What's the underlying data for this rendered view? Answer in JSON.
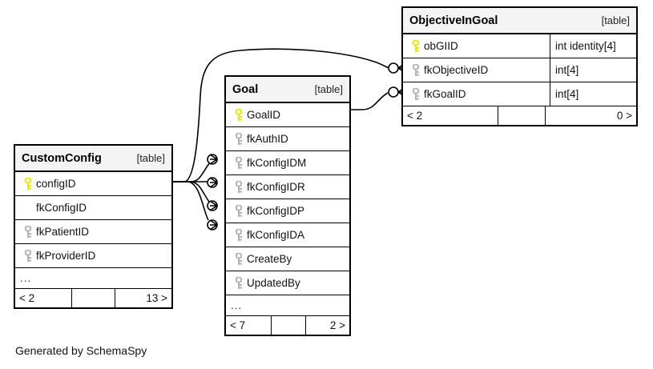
{
  "diagram": {
    "kind": "database-schema-erd",
    "background": "#ffffff",
    "credit": "Generated by SchemaSpy",
    "colors": {
      "primary_key": "#e8e800",
      "foreign_key": "#b3b3b3",
      "table_border": "#000000",
      "title_background": "#f4f4f4",
      "text": "#111111"
    }
  },
  "tables": [
    {
      "id": "objectiveingoal",
      "name": "ObjectiveInGoal",
      "tag": "[table]",
      "has_type_column": true,
      "columns": [
        {
          "name": "obGIID",
          "type": "int identity[4]",
          "key": "primary"
        },
        {
          "name": "fkObjectiveID",
          "type": "int[4]",
          "key": "foreign"
        },
        {
          "name": "fkGoalID",
          "type": "int[4]",
          "key": "foreign"
        }
      ],
      "ellipsis": null,
      "footer": {
        "left": "< 2",
        "mid": "",
        "right": "0 >"
      }
    },
    {
      "id": "goal",
      "name": "Goal",
      "tag": "[table]",
      "has_type_column": false,
      "columns": [
        {
          "name": "GoalID",
          "type": "",
          "key": "primary"
        },
        {
          "name": "fkAuthID",
          "type": "",
          "key": "foreign"
        },
        {
          "name": "fkConfigIDM",
          "type": "",
          "key": "foreign"
        },
        {
          "name": "fkConfigIDR",
          "type": "",
          "key": "foreign"
        },
        {
          "name": "fkConfigIDP",
          "type": "",
          "key": "foreign"
        },
        {
          "name": "fkConfigIDA",
          "type": "",
          "key": "foreign"
        },
        {
          "name": "CreateBy",
          "type": "",
          "key": "foreign"
        },
        {
          "name": "UpdatedBy",
          "type": "",
          "key": "foreign"
        }
      ],
      "ellipsis": "...",
      "footer": {
        "left": "< 7",
        "mid": "",
        "right": "2 >"
      }
    },
    {
      "id": "customconfig",
      "name": "CustomConfig",
      "tag": "[table]",
      "has_type_column": false,
      "columns": [
        {
          "name": "configID",
          "type": "",
          "key": "primary"
        },
        {
          "name": "fkConfigID",
          "type": "",
          "key": "none"
        },
        {
          "name": "fkPatientID",
          "type": "",
          "key": "foreign"
        },
        {
          "name": "fkProviderID",
          "type": "",
          "key": "foreign"
        }
      ],
      "ellipsis": "...",
      "footer": {
        "left": "< 2",
        "mid": "",
        "right": "13 >"
      }
    }
  ],
  "relationships": [
    {
      "from_table": "CustomConfig",
      "from_column": "configID",
      "to_table": "Goal",
      "to_column": "fkConfigIDM"
    },
    {
      "from_table": "CustomConfig",
      "from_column": "configID",
      "to_table": "Goal",
      "to_column": "fkConfigIDR"
    },
    {
      "from_table": "CustomConfig",
      "from_column": "configID",
      "to_table": "Goal",
      "to_column": "fkConfigIDP"
    },
    {
      "from_table": "CustomConfig",
      "from_column": "configID",
      "to_table": "Goal",
      "to_column": "fkConfigIDA"
    },
    {
      "from_table": "CustomConfig",
      "from_column": "configID",
      "to_table": "ObjectiveInGoal",
      "to_column": "fkObjectiveID"
    },
    {
      "from_table": "Goal",
      "from_column": "GoalID",
      "to_table": "ObjectiveInGoal",
      "to_column": "fkGoalID"
    }
  ]
}
